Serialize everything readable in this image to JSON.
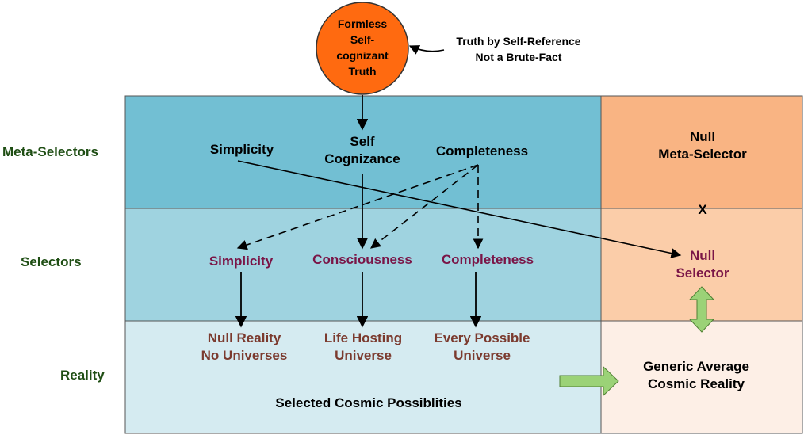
{
  "top_node": {
    "lines": [
      "Formless",
      "Self-",
      "cognizant",
      "Truth"
    ]
  },
  "annotation": {
    "line1": "Truth by Self-Reference",
    "line2": "Not a Brute-Fact"
  },
  "rows": {
    "meta": "Meta-Selectors",
    "selectors": "Selectors",
    "reality": "Reality"
  },
  "meta_selectors": {
    "simplicity": "Simplicity",
    "self_cognizance": [
      "Self",
      "Cognizance"
    ],
    "completeness": "Completeness",
    "null": [
      "Null",
      "Meta-Selector"
    ]
  },
  "cross_mark": "X",
  "selectors": {
    "simplicity": "Simplicity",
    "consciousness": "Consciousness",
    "completeness": "Completeness",
    "null": [
      "Null",
      "Selector"
    ]
  },
  "reality": {
    "null_reality": [
      "Null Reality",
      "No Universes"
    ],
    "life_hosting": [
      "Life Hosting",
      "Universe"
    ],
    "every_possible": [
      "Every Possible",
      "Universe"
    ],
    "generic": [
      "Generic Average",
      "Cosmic Reality"
    ],
    "caption": "Selected Cosmic Possiblities"
  },
  "colors": {
    "meta_band": "#72bfd3",
    "selector_band": "#9fd3e0",
    "reality_band": "#d5ebf1",
    "null_meta": "#f9b483",
    "null_selector": "#fbcda9",
    "null_reality": "#fdefe6",
    "circle": "#ff6a10",
    "row_label": "#1f4e14",
    "selector_text": "#7a1547",
    "reality_text": "#7b3a2e",
    "green_arrow": "#9bd277"
  }
}
